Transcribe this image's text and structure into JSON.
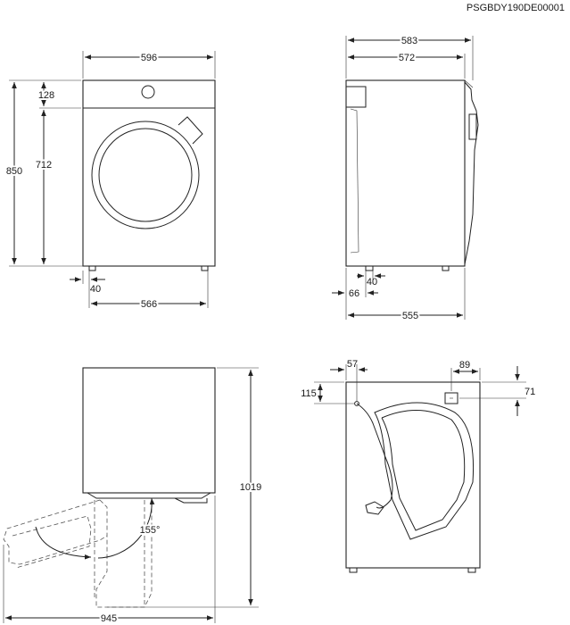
{
  "document_code": "PSGBDY190DE00001",
  "front_view": {
    "width_top": "596",
    "height_total": "850",
    "top_panel": "128",
    "body_height": "712",
    "foot_offset": "40",
    "foot_span": "566"
  },
  "side_view": {
    "depth_overall": "583",
    "depth_body": "572",
    "back_offset": "66",
    "foot_offset": "40",
    "depth_base": "555"
  },
  "door_view": {
    "height_open": "1019",
    "opening_angle": "155°",
    "width_open": "945"
  },
  "rear_view": {
    "cable_offset_x": "57",
    "cable_offset_y": "115",
    "hose_offset_x": "89",
    "hose_offset_y": "71"
  }
}
